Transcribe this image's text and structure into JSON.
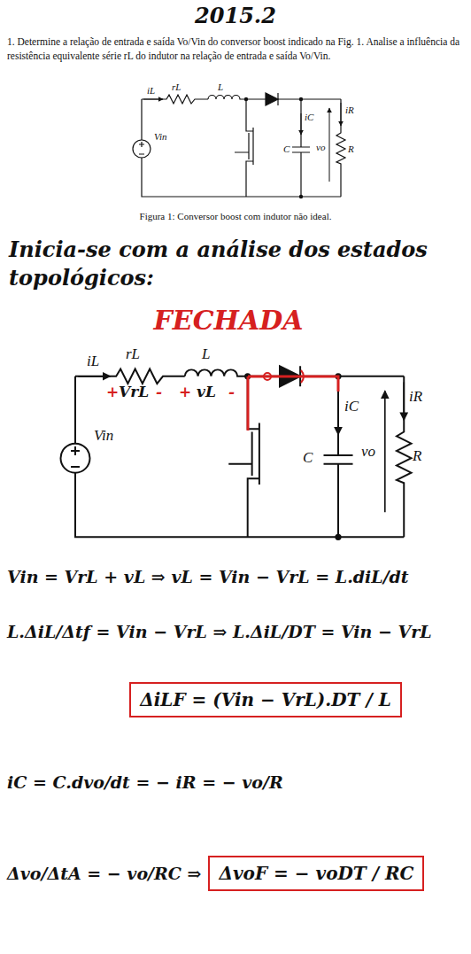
{
  "diagram": {
    "title": "2015.2",
    "caption": "Figura 1: Conversor boost com indutor não ideal.",
    "nodes": [
      {
        "text": [
          "ΔiLF = (Vin − VrL).DT / L"
        ]
      },
      {
        "text": [
          "ΔvoF = − voDT / RC"
        ]
      }
    ],
    "edges": [],
    "labels": [
      "1. Determine a relação de entrada e saída Vo/Vin do conversor boost indicado na Fig. 1. Analise a influência da resistência equivalente série rL do indutor na relação de entrada e saída Vo/Vin.",
      "iL",
      "rL",
      "L",
      "Vin",
      "iC",
      "C",
      "vo",
      "iR",
      "R",
      "Inicia-se com a análise dos estados topológicos:",
      "FECHADA",
      "iL",
      "rL",
      "L",
      "+",
      "VrL",
      "-",
      "+",
      "vL",
      "-",
      "Vin",
      "iC",
      "C",
      "vo",
      "iR",
      "R",
      "Vin = VrL + vL ⇒ vL = Vin − VrL = L.diL/dt",
      "L.ΔiL/Δtf = Vin − VrL ⇒ L.ΔiL/DT = Vin − VrL",
      "iC = C.dvo/dt = − iR = − vo/R",
      "Δvo/ΔtA = − vo/RC ⇒"
    ]
  }
}
